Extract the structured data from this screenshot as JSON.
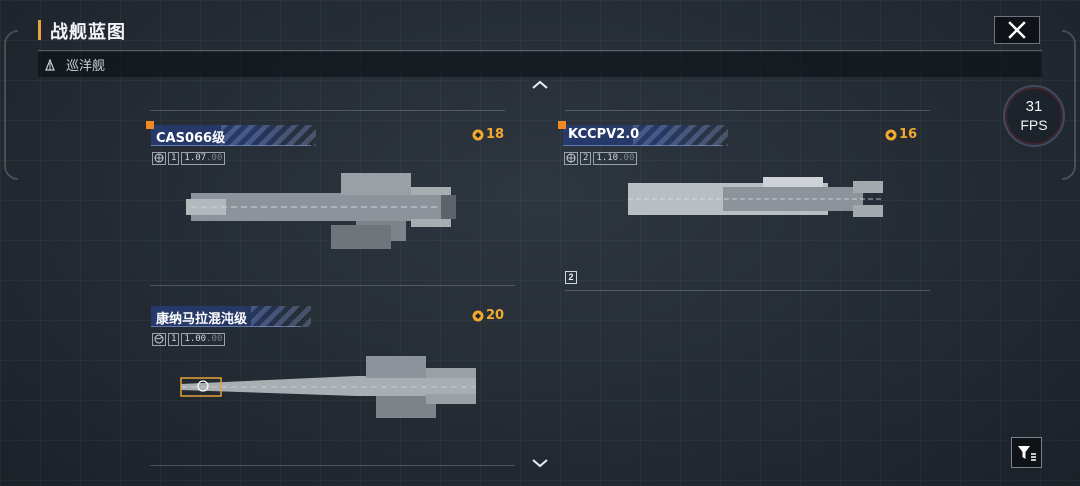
{
  "header": {
    "title": "战舰蓝图",
    "accent_color": "#e8a33a"
  },
  "subbar": {
    "ship_type_icon": "cruiser-icon",
    "ship_type_label": "巡洋舰"
  },
  "fps": {
    "value": "31",
    "unit": "FPS"
  },
  "icons": {
    "close": "close-icon",
    "filter": "filter-icon",
    "scroll_up": "chevron-up-icon",
    "scroll_down": "chevron-down-icon"
  },
  "cards": [
    {
      "name": "CAS066级",
      "cost": "18",
      "info_level": "1",
      "info_value": "1.07",
      "info_suffix": ".00",
      "is_new": true
    },
    {
      "name": "KCCPV2.0",
      "cost": "16",
      "info_level": "2",
      "info_value": "1.10",
      "info_suffix": ".00",
      "is_new": true,
      "tier_badge": "2"
    },
    {
      "name": "康纳马拉混沌级",
      "cost": "20",
      "info_level": "1",
      "info_value": "1.00",
      "info_suffix": ".00",
      "is_new": false
    }
  ],
  "colors": {
    "cost": "#f1aa2d",
    "new_mark": "#f08a24",
    "name_tag": "#263a6e"
  }
}
